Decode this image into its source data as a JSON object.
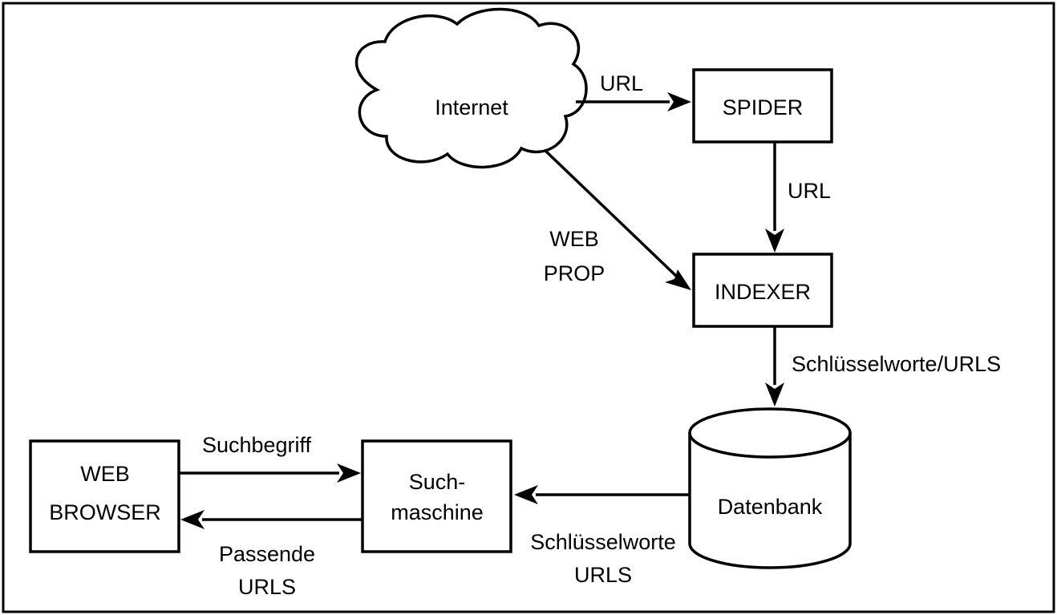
{
  "nodes": {
    "internet": "Internet",
    "spider": "SPIDER",
    "indexer": "INDEXER",
    "datenbank": "Datenbank",
    "suchmaschine_line1": "Such-",
    "suchmaschine_line2": "maschine",
    "browser_line1": "WEB",
    "browser_line2": "BROWSER"
  },
  "edges": {
    "internet_to_spider": "URL",
    "spider_to_indexer": "URL",
    "internet_to_indexer_line1": "WEB",
    "internet_to_indexer_line2": "PROP",
    "indexer_to_datenbank": "Schlüsselworte/URLS",
    "datenbank_to_suchmaschine_line1": "Schlüsselworte",
    "datenbank_to_suchmaschine_line2": "URLS",
    "browser_to_suchmaschine": "Suchbegriff",
    "suchmaschine_to_browser_line1": "Passende",
    "suchmaschine_to_browser_line2": "URLS"
  },
  "colors": {
    "line": "#000000",
    "background": "#ffffff"
  }
}
